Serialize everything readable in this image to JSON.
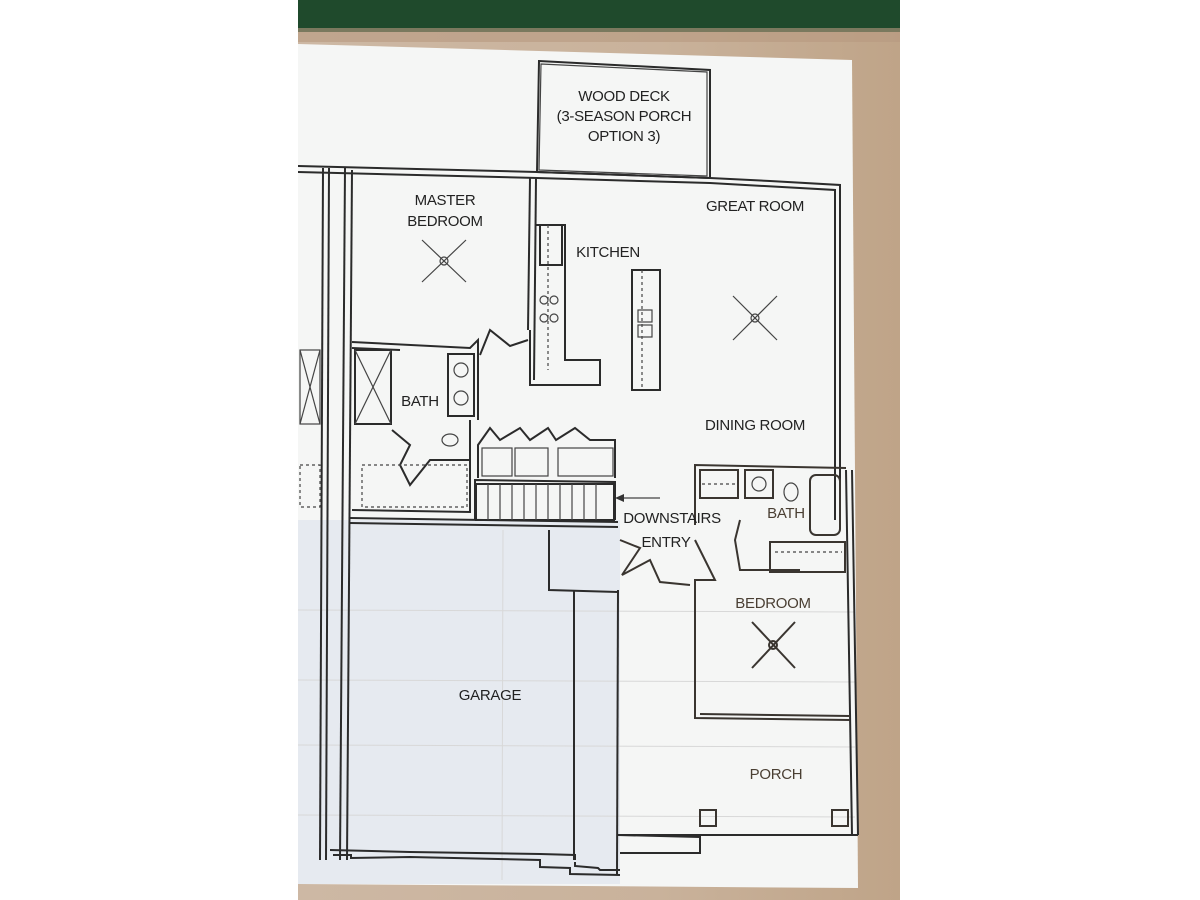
{
  "floor_plan": {
    "rooms": {
      "wood_deck": [
        "WOOD DECK",
        "(3-SEASON PORCH",
        "OPTION 3)"
      ],
      "master_bedroom": [
        "MASTER",
        "BEDROOM"
      ],
      "great_room": "GREAT ROOM",
      "kitchen": "KITCHEN",
      "master_bath": "BATH",
      "dining_room": "DINING ROOM",
      "downstairs": "DOWNSTAIRS",
      "entry": "ENTRY",
      "bath": "BATH",
      "bedroom": "BEDROOM",
      "garage": "GARAGE",
      "porch": "PORCH"
    },
    "colors": {
      "green_band": "#1f4a2c",
      "paper": "#f6f7f6",
      "backing": "#c9b29b",
      "lines": "#2b2b2b"
    }
  }
}
